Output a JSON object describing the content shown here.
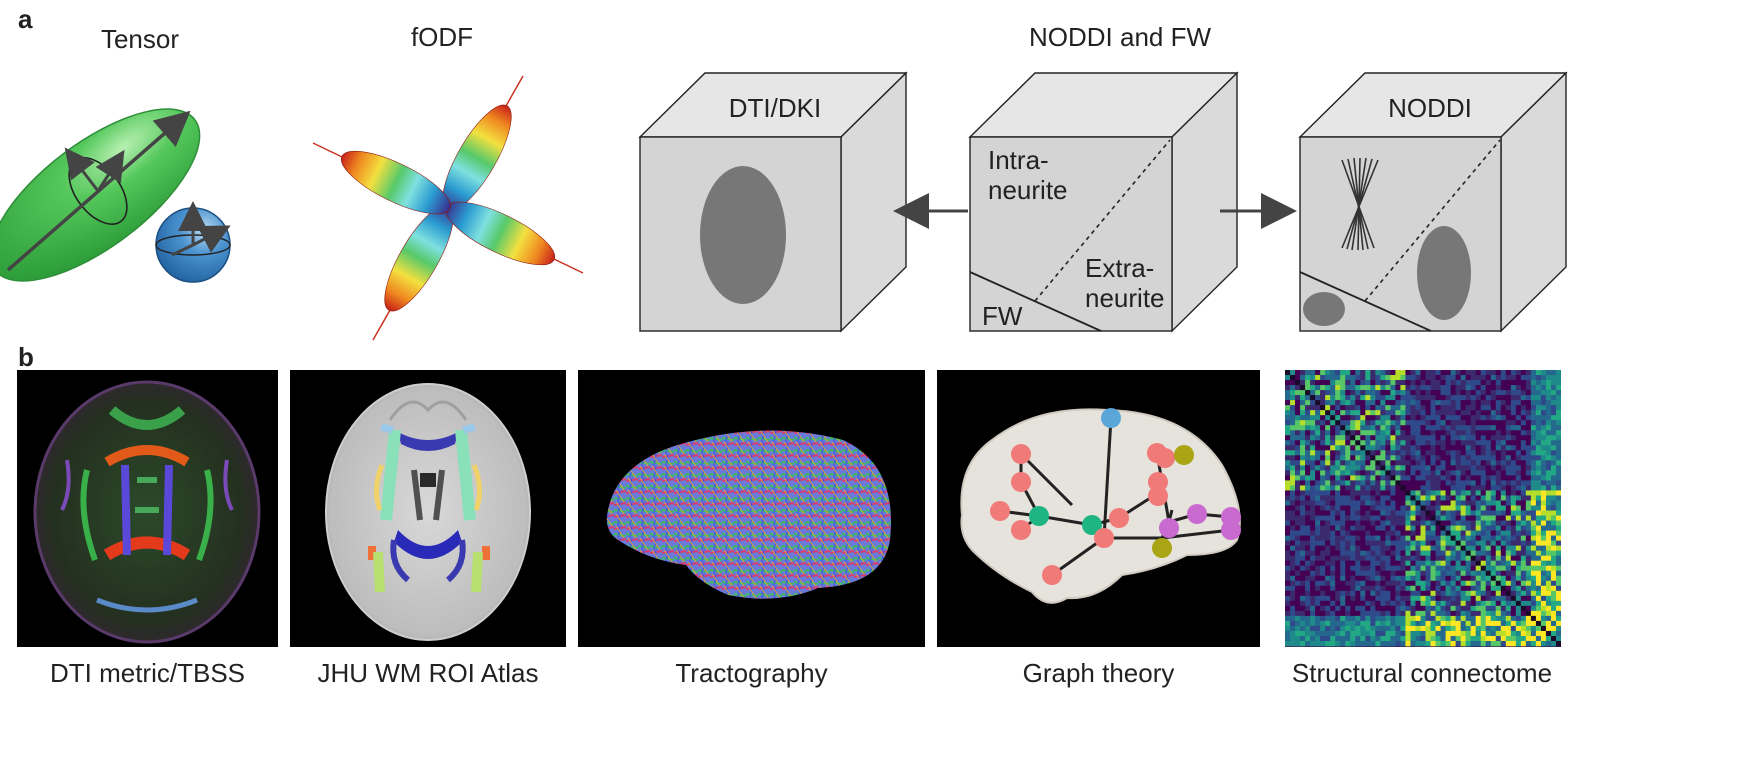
{
  "panel_a": {
    "letter": "a",
    "tensor": {
      "title": "Tensor"
    },
    "fodf": {
      "title": "fODF"
    },
    "noddi_fw": {
      "title": "NODDI and FW",
      "left_cube_label": "DTI/DKI",
      "center_intra": [
        "Intra-",
        "neurite"
      ],
      "center_extra": [
        "Extra-",
        "neurite"
      ],
      "center_fw": "FW",
      "right_cube_label": "NODDI"
    }
  },
  "panel_b": {
    "letter": "b",
    "captions": {
      "dti": "DTI metric/TBSS",
      "jhu": "JHU WM ROI Atlas",
      "tract": "Tractography",
      "graph": "Graph theory",
      "connectome": "Structural connectome"
    }
  },
  "colors": {
    "tensor_green": "#3cb44a",
    "tensor_blue": "#3a86c8",
    "cube_face": "#d4d4d4",
    "cube_top": "#e6e6e6",
    "cube_side": "#dadada",
    "gray_blob": "#777777",
    "node_salmon": "#f07a78",
    "node_teal": "#1fb583",
    "node_purple": "#c86ad0",
    "node_olive": "#a9a514",
    "node_blue": "#5aa6d8"
  }
}
